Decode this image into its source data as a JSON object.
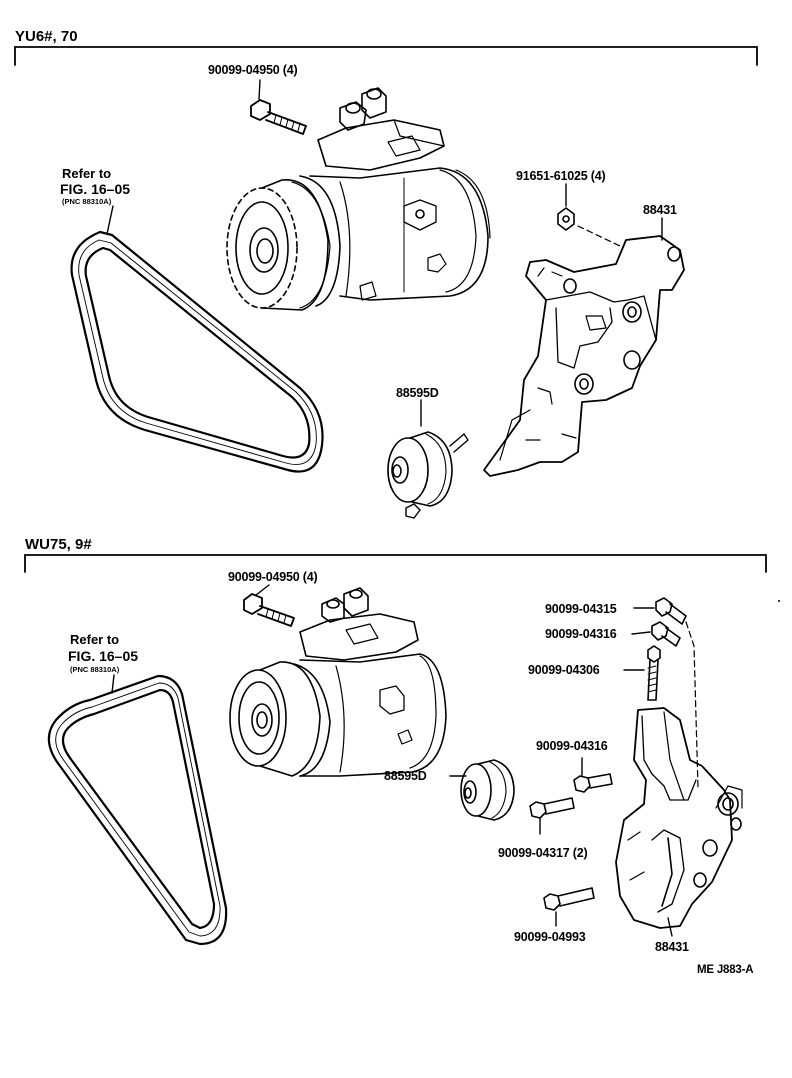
{
  "sections": [
    {
      "header": "YU6#, 70",
      "refer_to": "Refer to",
      "fig_ref": "FIG. 16–05",
      "pnc_ref": "(PNC 88310A)",
      "parts": {
        "compressor_bolt": "90099-04950 (4)",
        "nut": "91651-61025 (4)",
        "bracket": "88431",
        "idler_pulley": "88595D"
      }
    },
    {
      "header": "WU75, 9#",
      "refer_to": "Refer to",
      "fig_ref": "FIG. 16–05",
      "pnc_ref": "(PNC 88310A)",
      "parts": {
        "compressor_bolt": "90099-04950 (4)",
        "bolt_04315": "90099-04315",
        "bolt_04316_top": "90099-04316",
        "bolt_04306": "90099-04306",
        "bolt_04316_mid": "90099-04316",
        "idler_pulley": "88595D",
        "bolt_04317": "90099-04317 (2)",
        "bolt_04993": "90099-04993",
        "bracket": "88431"
      }
    }
  ],
  "drawing_code": "ME J883-A"
}
